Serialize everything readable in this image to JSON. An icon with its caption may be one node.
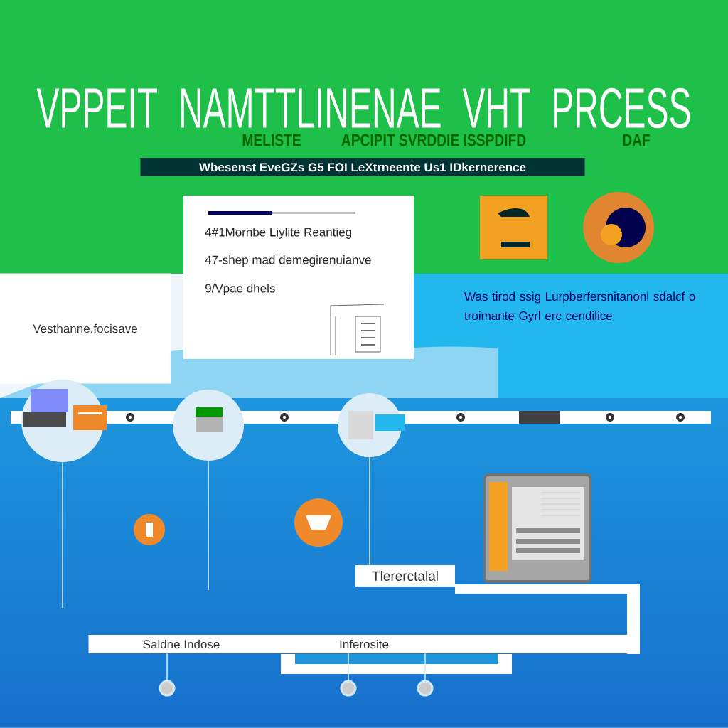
{
  "diagram": {
    "title": "VPPEIT NAMTTLINENAE VHT PRCESS",
    "nodes": [
      {
        "text": [
          "Vesthanne.focisave"
        ]
      },
      {
        "text": [
          "4#1Mornbe Liylite Reantieg",
          "47-shep mad demegirenuianve",
          "9/Vpae dhels"
        ]
      },
      {
        "text": [],
        "shape": "picture"
      },
      {
        "text": [],
        "shape": "picture"
      },
      {
        "text": [],
        "shape": "picture"
      },
      {
        "text": [],
        "shape": "picture"
      },
      {
        "text": [
          "Tlererctalal"
        ]
      },
      {
        "text": [
          "Saldne Indose",
          "Inferosite"
        ]
      },
      {
        "text": [],
        "shape": "circle"
      },
      {
        "text": [],
        "shape": "circle"
      },
      {
        "text": [],
        "shape": "circle"
      }
    ],
    "edges": [
      {
        "from": 2,
        "to": null,
        "arrow": "none"
      },
      {
        "from": 3,
        "to": null,
        "arrow": "none"
      },
      {
        "from": 4,
        "to": 6,
        "arrow": "none"
      },
      {
        "from": 7,
        "to": 8,
        "arrow": "none"
      },
      {
        "from": 7,
        "to": 9,
        "arrow": "none"
      },
      {
        "from": 7,
        "to": 10,
        "arrow": "none"
      }
    ],
    "labels": [
      "MELISTE",
      "APCIPIT SVRDDIE ISSPDIFD",
      "DAF",
      "Wbesenst EveGZs G5 FOI LeXtrneente Us1 IDkernerence",
      "Was tirod ssig Lurpberfersnitanonl sdalcf o troimante Gyrl erc cendilice"
    ]
  }
}
